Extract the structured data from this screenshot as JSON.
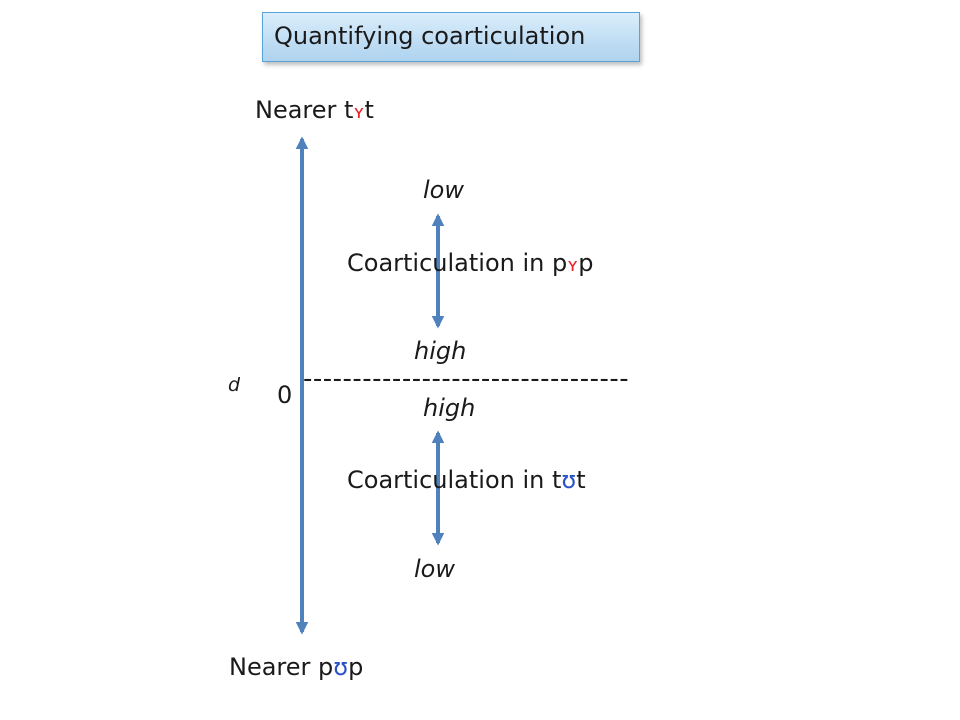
{
  "title": "Quantifying coarticulation",
  "axis": {
    "top_label": {
      "prefix": "Nearer t",
      "vowel": "ʏ",
      "suffix": "t"
    },
    "bottom_label": {
      "prefix": "Nearer p",
      "vowel": "ʊ",
      "suffix": "p"
    },
    "variable": "d",
    "zero": "0"
  },
  "upper": {
    "label": {
      "prefix": "Coarticulation in p",
      "vowel": "ʏ",
      "suffix": "p"
    },
    "top_end": "low",
    "bottom_end": "high"
  },
  "lower": {
    "label": {
      "prefix": "Coarticulation in t",
      "vowel": "ʊ",
      "suffix": "t"
    },
    "top_end": "high",
    "bottom_end": "low"
  },
  "dash_line": "---------------------------------",
  "colors": {
    "arrow": "#4f81bd",
    "vowel_front": "#e8242a",
    "vowel_back": "#2a53c8",
    "title_border": "#5aa3d6"
  }
}
